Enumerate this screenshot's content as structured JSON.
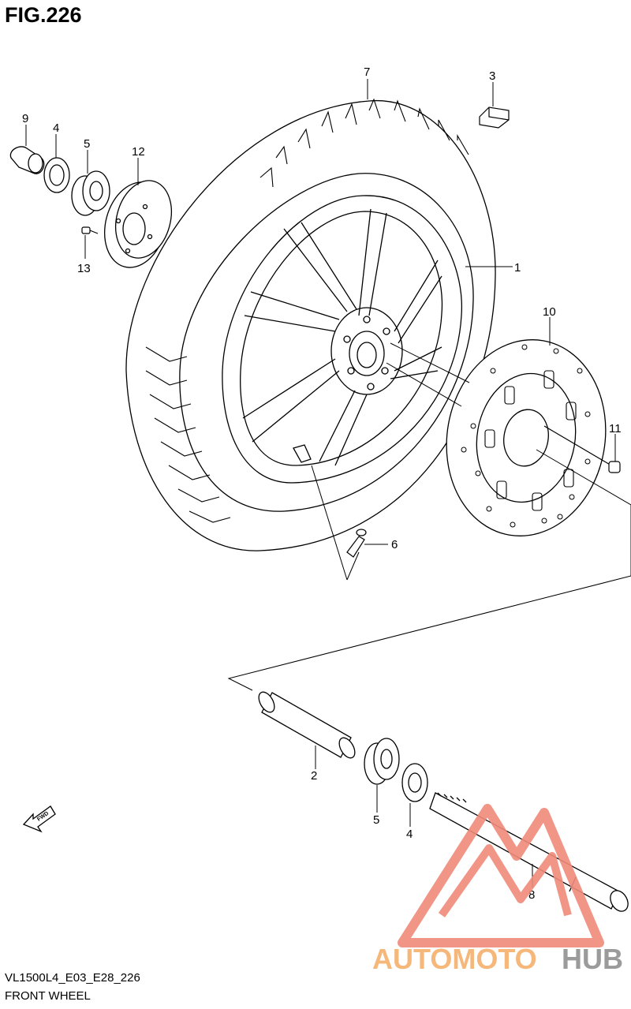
{
  "figure": {
    "title": "FIG.226",
    "model_code": "VL1500L4_E03_E28_226",
    "section_name": "FRONT WHEEL"
  },
  "callouts": [
    {
      "id": "c1",
      "label": "1"
    },
    {
      "id": "c2",
      "label": "2"
    },
    {
      "id": "c3",
      "label": "3"
    },
    {
      "id": "c4a",
      "label": "4"
    },
    {
      "id": "c4b",
      "label": "4"
    },
    {
      "id": "c5a",
      "label": "5"
    },
    {
      "id": "c5b",
      "label": "5"
    },
    {
      "id": "c6",
      "label": "6"
    },
    {
      "id": "c7",
      "label": "7"
    },
    {
      "id": "c8",
      "label": "8"
    },
    {
      "id": "c9",
      "label": "9"
    },
    {
      "id": "c10",
      "label": "10"
    },
    {
      "id": "c11",
      "label": "11"
    },
    {
      "id": "c12",
      "label": "12"
    },
    {
      "id": "c13",
      "label": "13"
    }
  ],
  "direction_arrow": {
    "label": "FWD",
    "icon": "fwd-arrow-icon"
  },
  "watermark": {
    "part1": "AUTOMOTO",
    "part2": "HUB",
    "color_primary": "#f08a7a",
    "color_text1": "#f5b77a",
    "color_text2": "#9b9b9b"
  }
}
